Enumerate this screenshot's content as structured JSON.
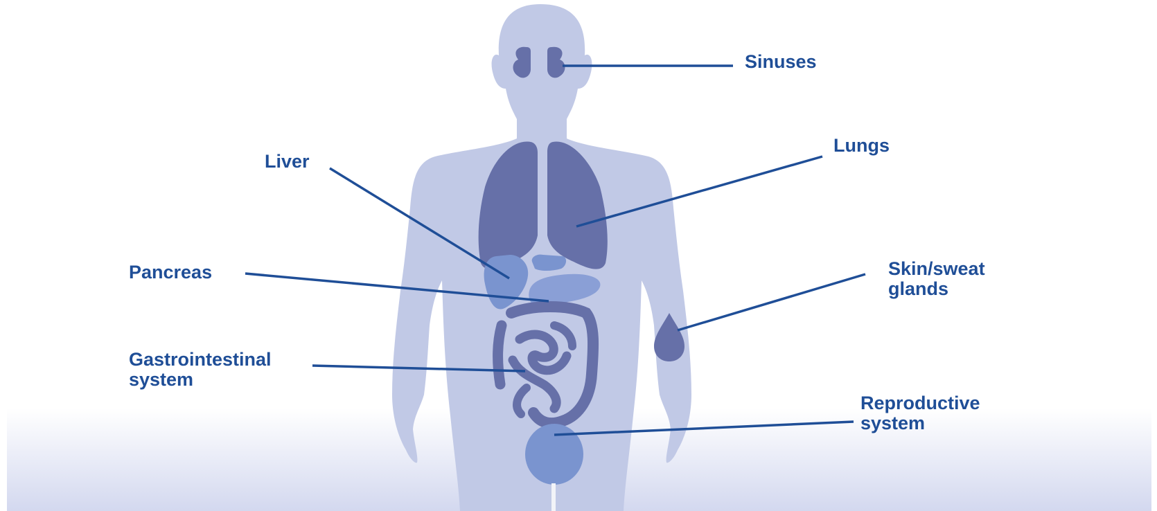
{
  "labels": {
    "sinuses": "Sinuses",
    "lungs": "Lungs",
    "liver": "Liver",
    "pancreas": "Pancreas",
    "skin_line1": "Skin/sweat",
    "skin_line2": "glands",
    "gi_line1": "Gastrointestinal",
    "gi_line2": "system",
    "repro_line1": "Reproductive",
    "repro_line2": "system"
  },
  "colors": {
    "body": "#c1c9e6",
    "organ_dark": "#6670a8",
    "organ_light": "#7a94cf",
    "label_text": "#1f4e97",
    "leader_line": "#1f4e97",
    "background_fade": "#d3d8ef"
  }
}
